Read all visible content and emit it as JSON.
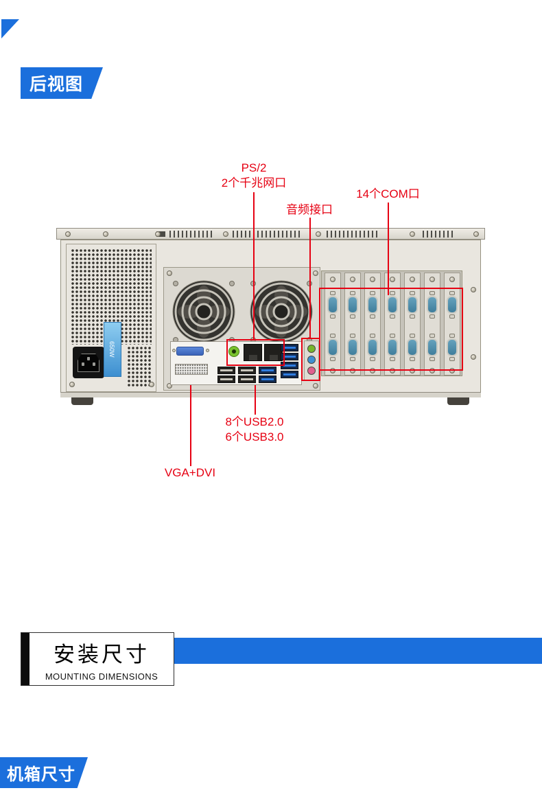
{
  "theme": {
    "accent_blue": "#1b6fdc",
    "annotation_red": "#e60012",
    "chassis_beige": "#e9e6df"
  },
  "tags": {
    "rear_view": "后视图",
    "chassis_size": "机箱尺寸"
  },
  "diagram": {
    "psu_sticker": "650W",
    "annotations": {
      "ps2": {
        "line1": "PS/2",
        "line2": "2个千兆网口"
      },
      "audio": {
        "label": "音频接口"
      },
      "com": {
        "label": "14个COM口"
      },
      "usb": {
        "line1": "8个USB2.0",
        "line2": "6个USB3.0"
      },
      "vga": {
        "label": "VGA+DVI"
      }
    }
  },
  "mounting": {
    "title_cn": "安装尺寸",
    "title_en": "MOUNTING DIMENSIONS"
  }
}
